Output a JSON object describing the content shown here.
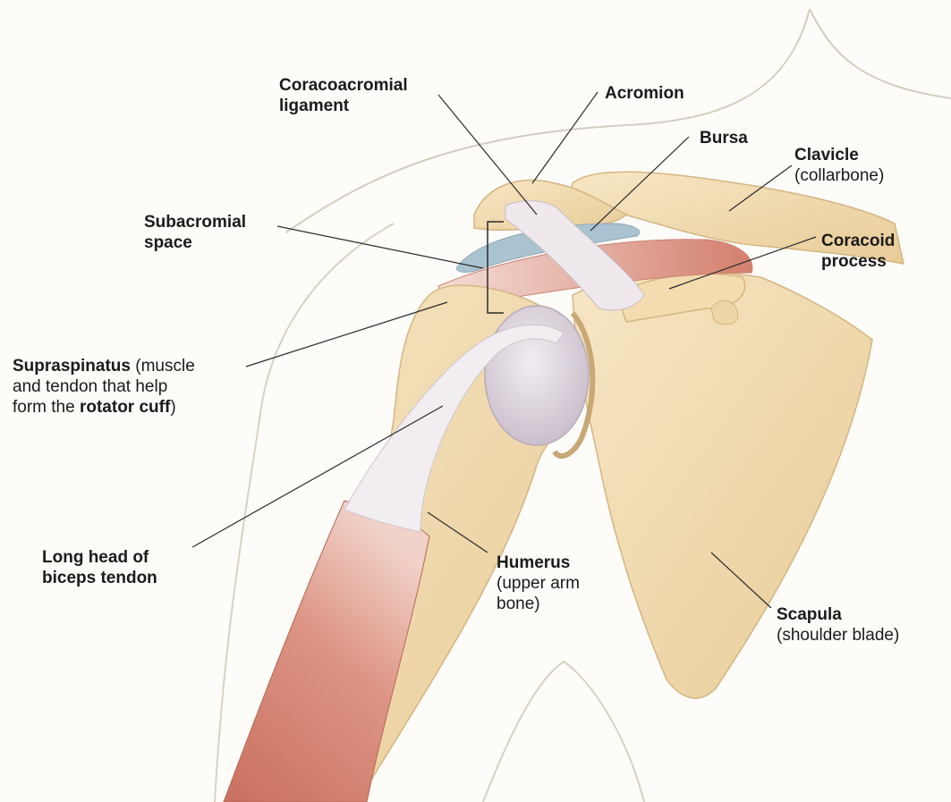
{
  "labels": {
    "coracoacromial": {
      "line1": "Coracoacromial",
      "line2": "ligament"
    },
    "acromion": {
      "name": "Acromion"
    },
    "bursa": {
      "name": "Bursa"
    },
    "clavicle": {
      "name": "Clavicle",
      "note": "(collarbone)"
    },
    "subacromial": {
      "line1": "Subacromial",
      "line2": "space"
    },
    "coracoid": {
      "line1": "Coracoid",
      "line2": "process"
    },
    "supraspinatus": {
      "name": "Supraspinatus",
      "note1": " (muscle",
      "note2": "and tendon that help",
      "note3_pre": "form the ",
      "note3_bold": "rotator cuff",
      "note3_post": ")"
    },
    "biceps": {
      "line1": "Long head of",
      "line2": "biceps tendon"
    },
    "humerus": {
      "name": "Humerus",
      "note1": "(upper arm",
      "note2": "bone)"
    },
    "scapula": {
      "name": "Scapula",
      "note": "(shoulder blade)"
    }
  },
  "colors": {
    "bone": "#f3ddb3",
    "bone_shadow": "#dcbf8c",
    "muscle": "#d9897a",
    "tendon": "#f1ece8",
    "bursa": "#a9c3d0",
    "humeral_head": "#d8cfd8",
    "body_outline": "#d4cdbf"
  }
}
